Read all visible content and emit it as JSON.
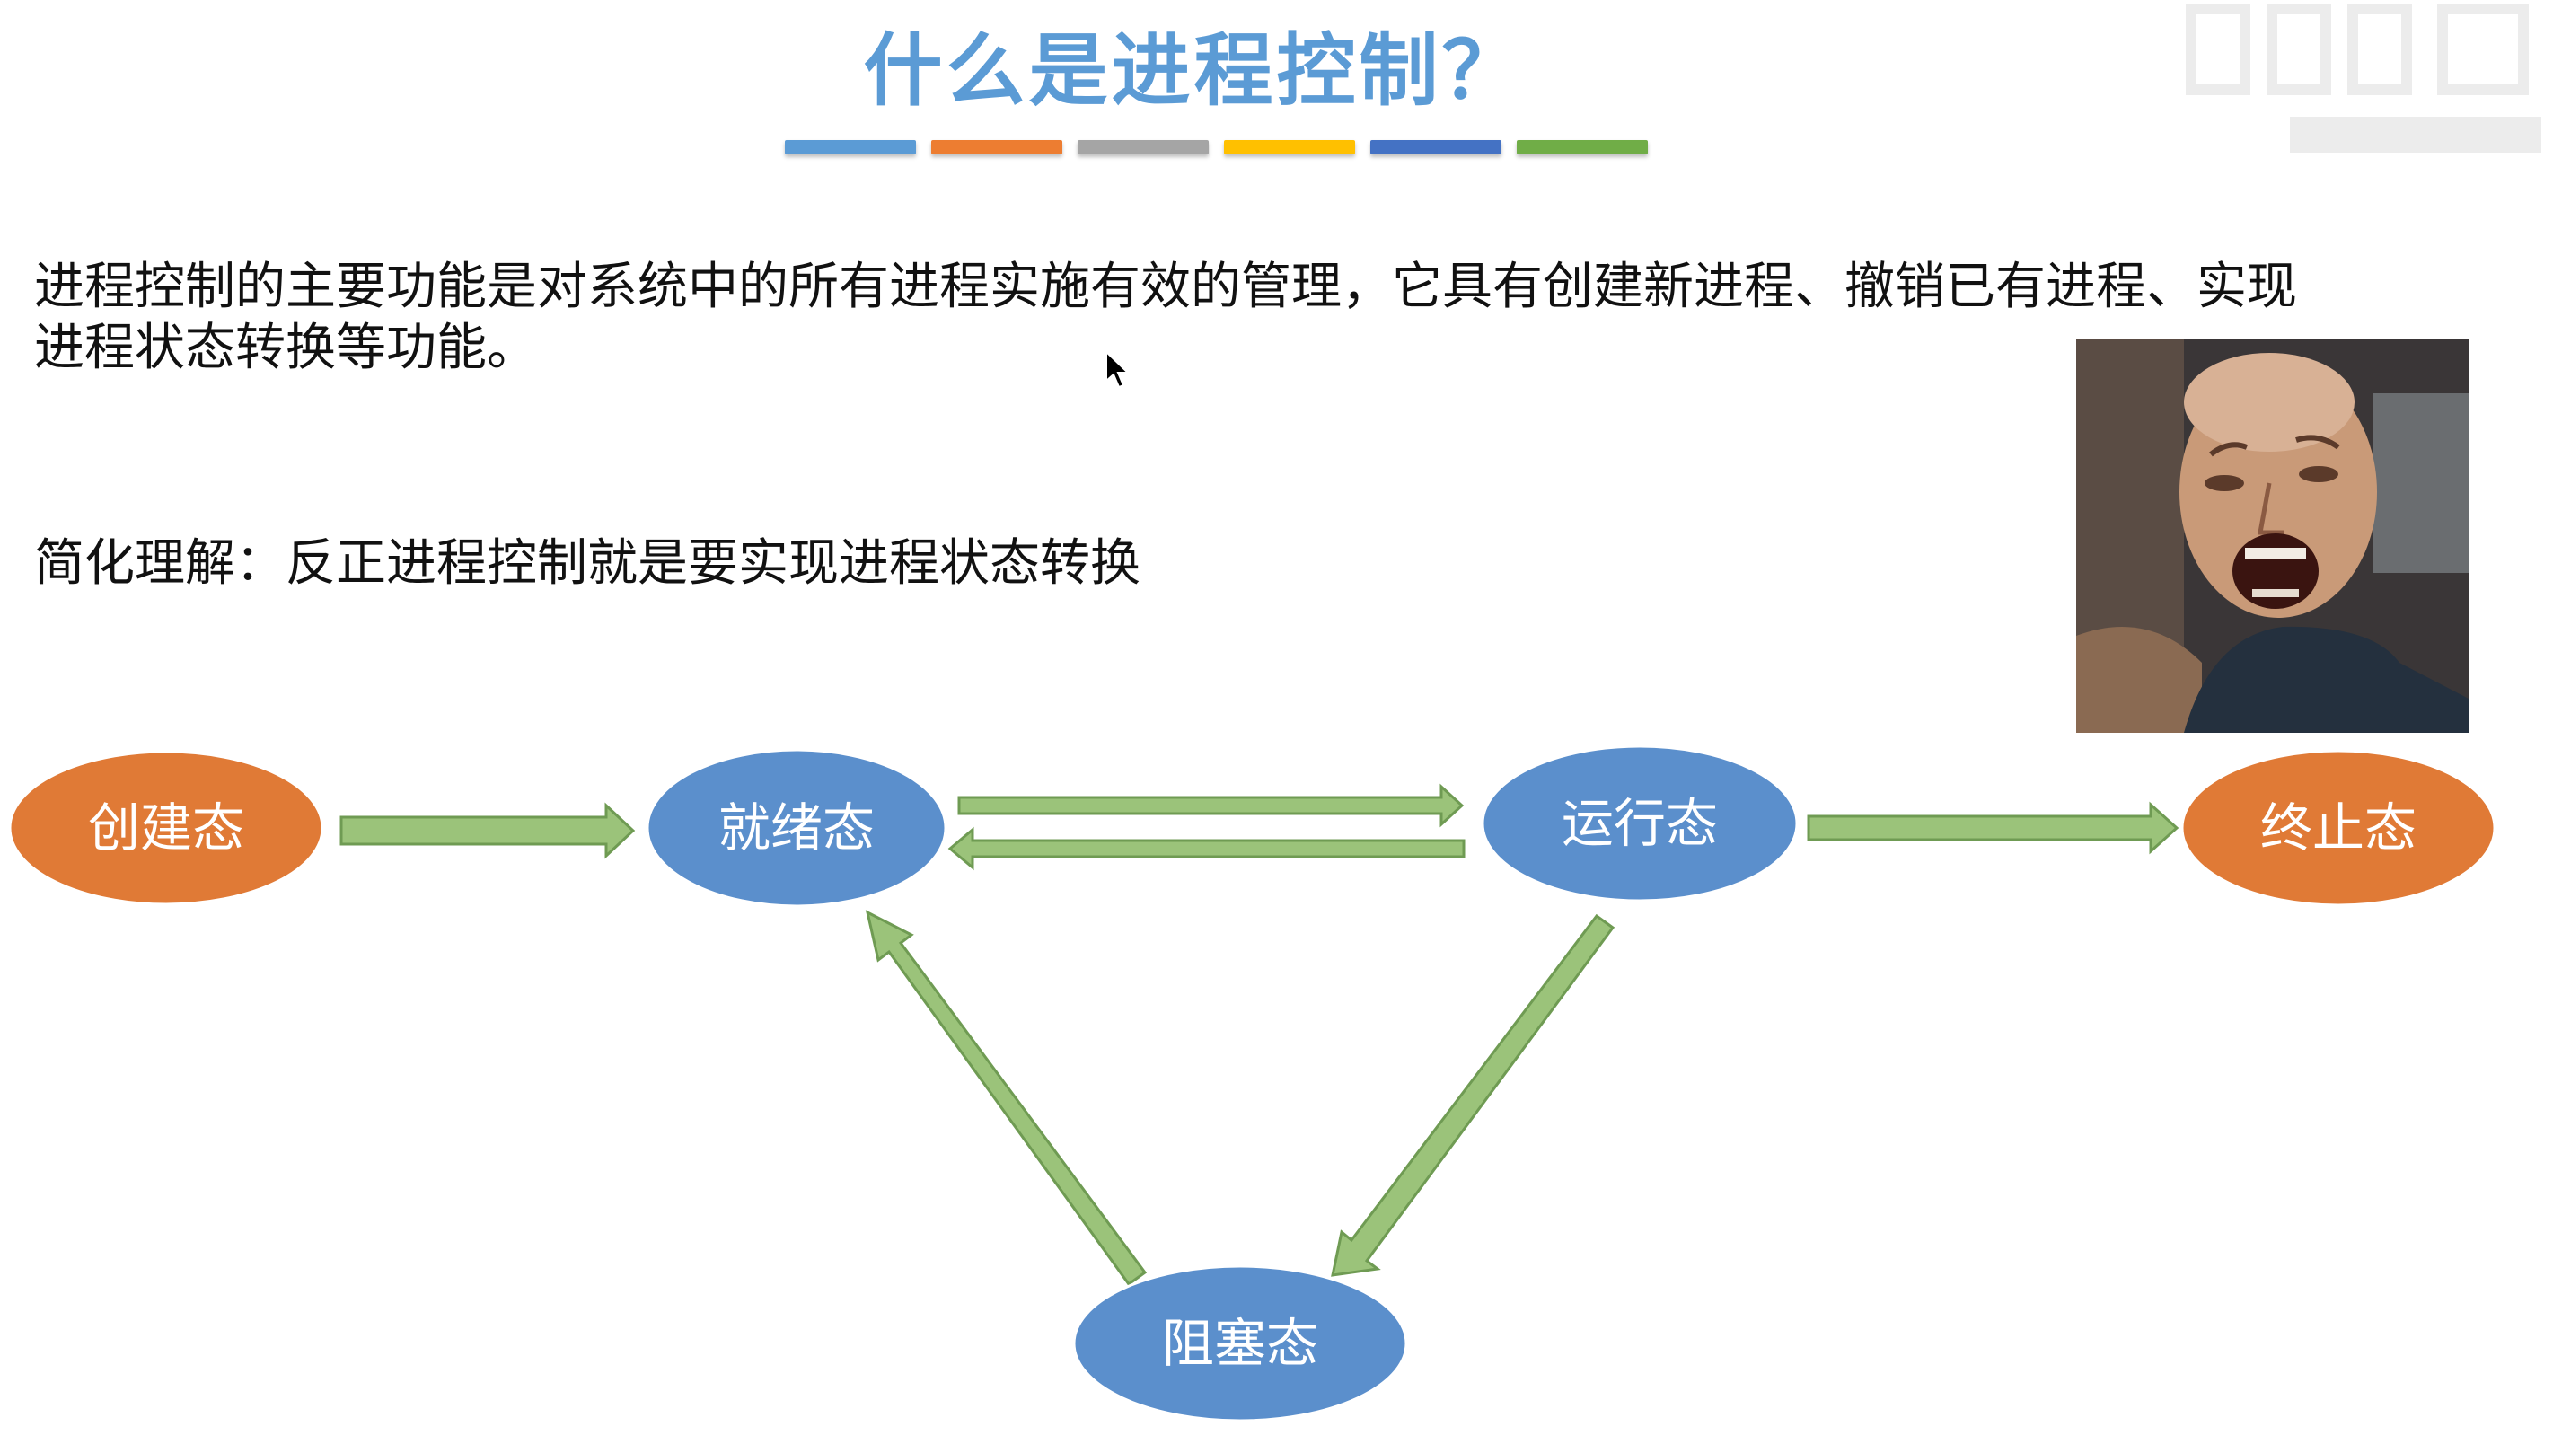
{
  "title": "什么是进程控制？",
  "color_bars": [
    "#5b9bd5",
    "#ed7d31",
    "#a5a5a5",
    "#ffc000",
    "#4472c4",
    "#70ad47"
  ],
  "paragraph1_line1": "进程控制的主要功能是对系统中的所有进程实施有效的管理，它具有创建新进程、撤销已有进程、实现",
  "paragraph1_line2": "进程状态转换等功能。",
  "paragraph2": "简化理解：反正进程控制就是要实现进程状态转换",
  "diagram": {
    "states": {
      "created": "创建态",
      "ready": "就绪态",
      "running": "运行态",
      "terminated": "终止态",
      "blocked": "阻塞态"
    },
    "colors": {
      "orange_state": "#e07a36",
      "blue_state": "#5b8fcc",
      "arrow_fill": "#9bc37a",
      "arrow_stroke": "#6f9b53"
    }
  },
  "image": {
    "icon": "shouting-man-meme-image"
  }
}
